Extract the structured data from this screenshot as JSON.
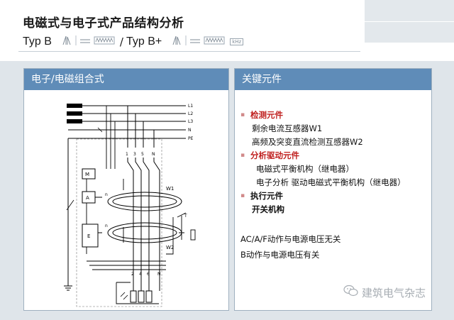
{
  "header": {
    "title": "电磁式与电子式产品结构分析",
    "subtitle_left": "Typ B",
    "subtitle_sep": "/",
    "subtitle_right": "Typ B+",
    "khz": "kHz"
  },
  "left_panel": {
    "title": "电子/电磁组合式",
    "diagram": {
      "bus_labels": [
        "L1",
        "L2",
        "L3",
        "N",
        "PE"
      ],
      "terminal_top": [
        "1",
        "3",
        "5",
        "N"
      ],
      "terminal_bottom": [
        "2",
        "4",
        "6",
        "N"
      ],
      "box_m": "M",
      "box_a": "A",
      "box_e": "E",
      "w1": "W1",
      "w2": "W2",
      "th": "T",
      "ring_mark": "n"
    }
  },
  "right_panel": {
    "title": "关键元件",
    "items": [
      {
        "text": "检测元件",
        "style": "red"
      },
      {
        "text": "剩余电流互感器W1",
        "style": "sub"
      },
      {
        "text": "高频及突变直流检测互感器W2",
        "style": "sub"
      },
      {
        "text": "分析驱动元件",
        "style": "red"
      },
      {
        "text": "电磁式平衡机构（继电器）",
        "style": "sub2"
      },
      {
        "text": "电子分析 驱动电磁式平衡机构（继电器）",
        "style": "sub2"
      },
      {
        "text": "执行元件",
        "style": "blk"
      },
      {
        "text": "开关机构",
        "style": "sub"
      }
    ],
    "notes": [
      "AC/A/F动作与电源电压无关",
      "B动作与电源电压有关"
    ]
  },
  "watermark": {
    "text": "建筑电气杂志"
  },
  "colors": {
    "panel_header": "#5f8cb8",
    "band": "#dfe5ea",
    "highlight_red": "#c0201f"
  }
}
